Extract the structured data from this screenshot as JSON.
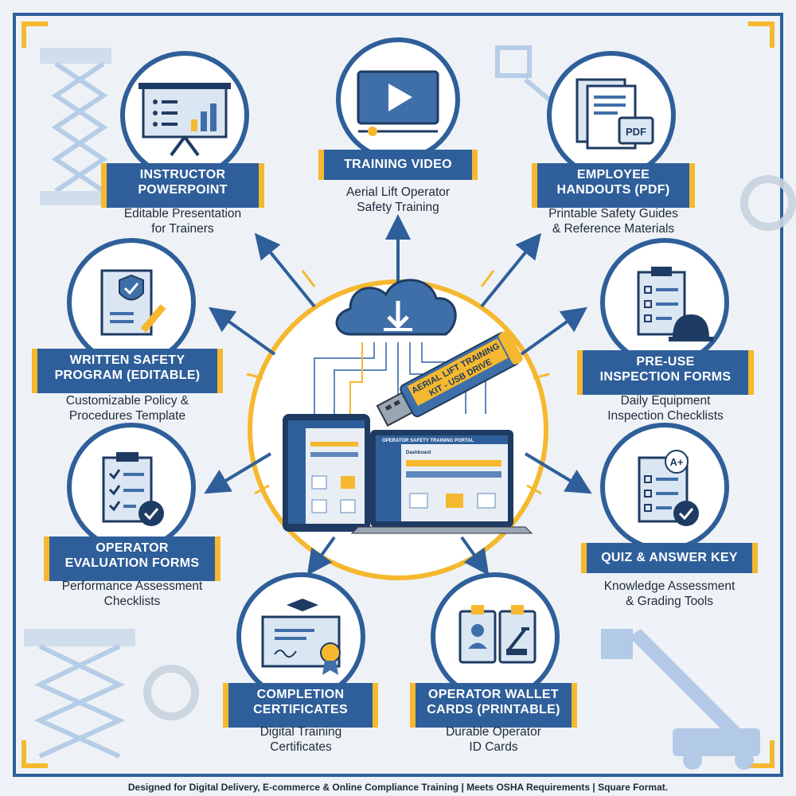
{
  "colors": {
    "navy": "#2f5f9a",
    "dark_navy": "#1e3b63",
    "gold": "#f5b82e",
    "background": "#eef2f6",
    "light_blue": "#a9c4e4"
  },
  "nodes": [
    {
      "id": "powerpoint",
      "icon": "presentation-chart-icon",
      "title_lines": [
        "INSTRUCTOR",
        "POWERPOINT"
      ],
      "desc_lines": [
        "Editable Presentation",
        "for Trainers"
      ]
    },
    {
      "id": "video",
      "icon": "video-play-icon",
      "title_lines": [
        "TRAINING VIDEO"
      ],
      "desc_lines": [
        "Aerial Lift Operator",
        "Safety Training"
      ]
    },
    {
      "id": "handouts",
      "icon": "pdf-document-icon",
      "title_lines": [
        "EMPLOYEE",
        "HANDOUTS (PDF)"
      ],
      "desc_lines": [
        "Printable Safety Guides",
        "& Reference Materials"
      ]
    },
    {
      "id": "written",
      "icon": "shield-document-icon",
      "title_lines": [
        "WRITTEN SAFETY",
        "PROGRAM (EDITABLE)"
      ],
      "desc_lines": [
        "Customizable Policy &",
        "Procedures Template"
      ]
    },
    {
      "id": "inspection",
      "icon": "clipboard-hardhat-icon",
      "title_lines": [
        "PRE-USE",
        "INSPECTION FORMS"
      ],
      "desc_lines": [
        "Daily Equipment",
        "Inspection Checklists"
      ]
    },
    {
      "id": "evaluation",
      "icon": "clipboard-check-icon",
      "title_lines": [
        "OPERATOR",
        "EVALUATION FORMS"
      ],
      "desc_lines": [
        "Performance Assessment",
        "Checklists"
      ]
    },
    {
      "id": "quiz",
      "icon": "quiz-aplus-icon",
      "title_lines": [
        "QUIZ & ANSWER KEY"
      ],
      "desc_lines": [
        "Knowledge Assessment",
        "& Grading Tools"
      ]
    },
    {
      "id": "certificates",
      "icon": "certificate-icon",
      "title_lines": [
        "COMPLETION",
        "CERTIFICATES"
      ],
      "desc_lines": [
        "Digital Training",
        "Certificates"
      ]
    },
    {
      "id": "wallet",
      "icon": "id-cards-icon",
      "title_lines": [
        "OPERATOR WALLET",
        "CARDS (PRINTABLE)"
      ],
      "desc_lines": [
        "Durable Operator",
        "ID Cards"
      ]
    }
  ],
  "center": {
    "usb_lines": [
      "AERIAL LIFT TRAINING",
      "KIT - USB DRIVE"
    ],
    "portal_title": "OPERATOR SAFETY TRAINING PORTAL",
    "dashboard_label": "Dashboard"
  },
  "footer": "Designed for Digital Delivery, E-commerce & Online Compliance Training | Meets OSHA Requirements | Square Format."
}
